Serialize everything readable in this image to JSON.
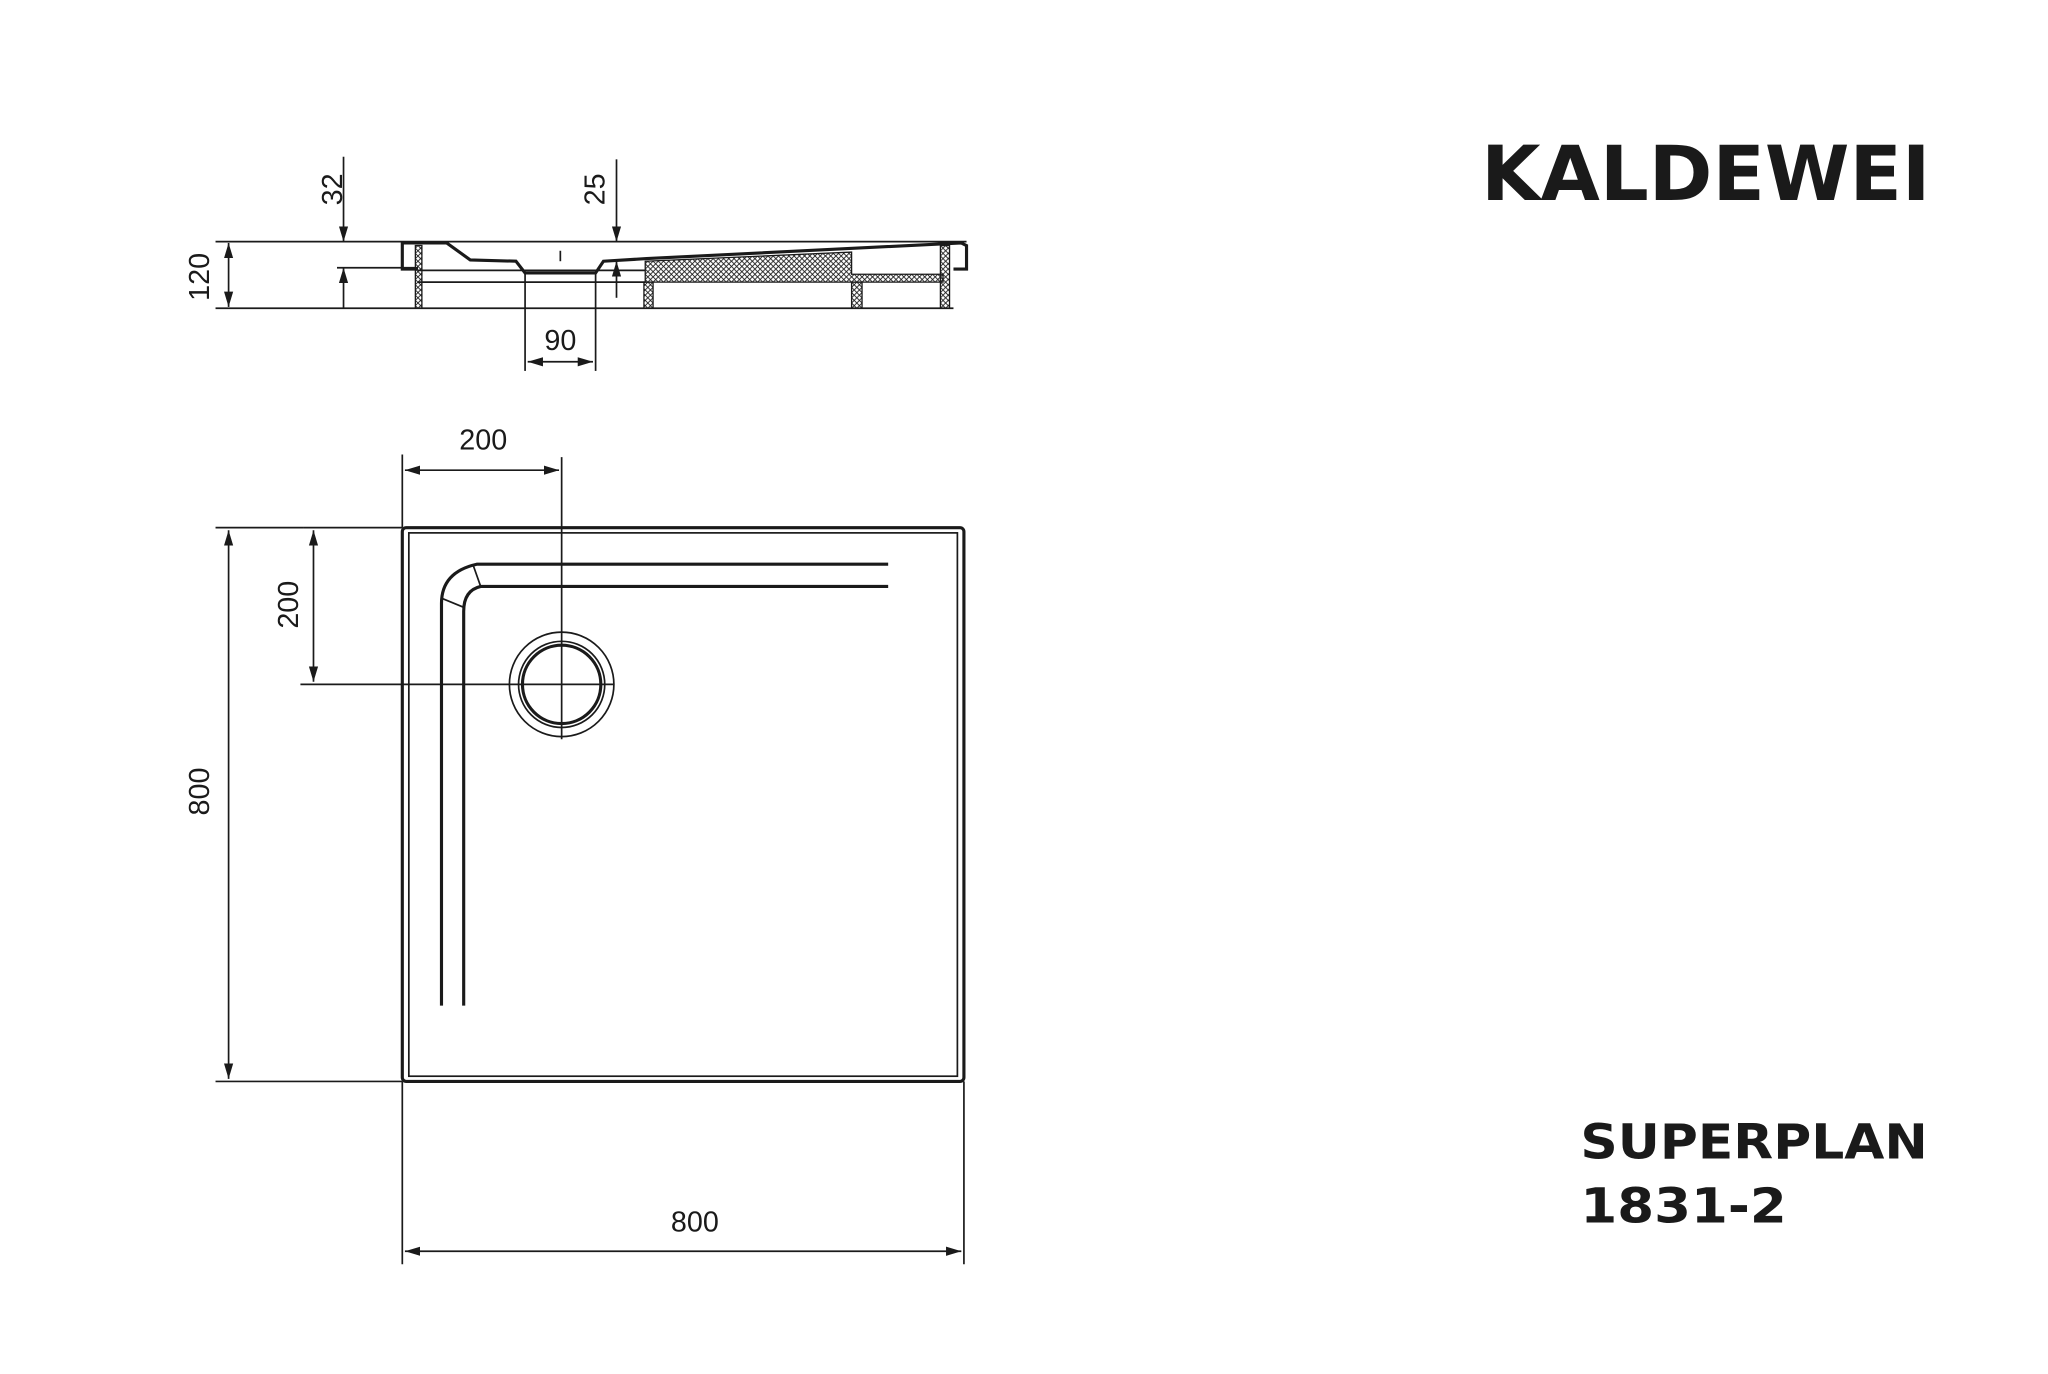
{
  "brand": {
    "logo_text": "KALDEWEI"
  },
  "product": {
    "name": "SUPERPLAN",
    "model": "1831-2"
  },
  "section_view": {
    "dimensions": {
      "total_height": "120",
      "rim_depth": "32",
      "drain_depth": "25",
      "drain_width": "90"
    }
  },
  "plan_view": {
    "dimensions": {
      "drain_offset_x": "200",
      "drain_offset_y": "200",
      "length": "800",
      "width": "800"
    }
  },
  "colors": {
    "line": "#1a1a1a",
    "background": "#ffffff"
  }
}
